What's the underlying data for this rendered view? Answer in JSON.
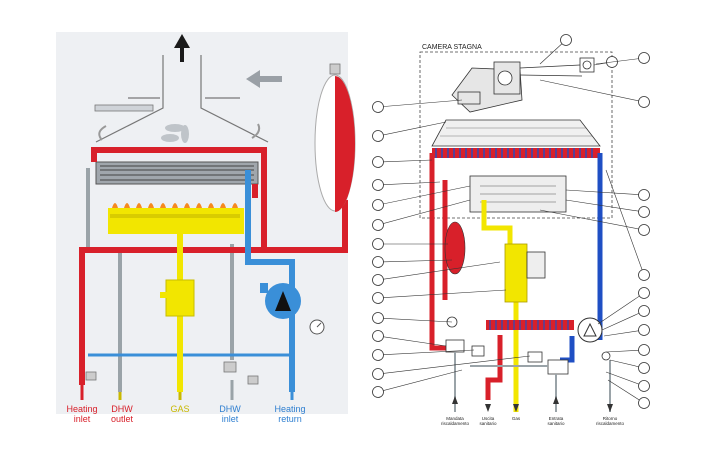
{
  "left_panel": {
    "labels": [
      {
        "key": "heating_inlet",
        "lines": [
          "Heating",
          "inlet"
        ],
        "color": "#d8202a"
      },
      {
        "key": "dhw_outlet",
        "lines": [
          "DHW",
          "outlet"
        ],
        "color": "#d8202a"
      },
      {
        "key": "gas",
        "lines": [
          "GAS"
        ],
        "color": "#c8b800"
      },
      {
        "key": "dhw_inlet",
        "lines": [
          "DHW",
          "inlet"
        ],
        "color": "#2f7fd0"
      },
      {
        "key": "heating_return",
        "lines": [
          "Heating",
          "return"
        ],
        "color": "#2f7fd0"
      }
    ]
  },
  "right_panel": {
    "title": "CAMERA STAGNA",
    "bottom_labels": [
      {
        "key": "mandata",
        "lines": [
          "Mandata",
          "riscaldamento"
        ]
      },
      {
        "key": "uscita",
        "lines": [
          "Uscita",
          "sanitario"
        ]
      },
      {
        "key": "gas",
        "lines": [
          "Gas"
        ]
      },
      {
        "key": "entrata",
        "lines": [
          "Entrata",
          "sanitario"
        ]
      },
      {
        "key": "ritorno",
        "lines": [
          "Ritorno",
          "riscaldamento"
        ]
      }
    ]
  },
  "colors": {
    "red": "#d8202a",
    "blue": "#1f4fc4",
    "light_blue": "#3a8fd8",
    "yellow": "#f2e600",
    "grey": "#9aa3a8",
    "callout": "#333333"
  }
}
